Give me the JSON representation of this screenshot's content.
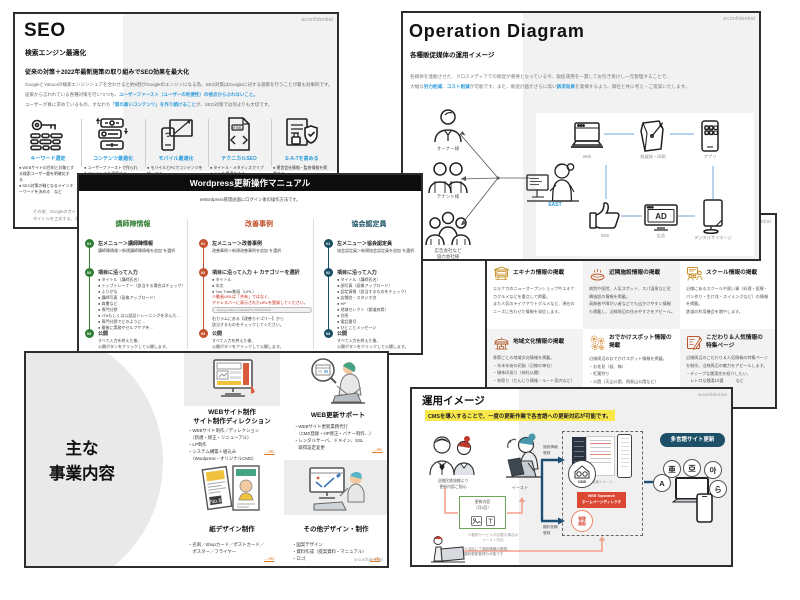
{
  "seo": {
    "confidential": "※confidential",
    "title": "SEO",
    "subtitle": "検索エンジン最適化",
    "heading": "従来の対策＋2022年最新施策の取り組みでSEO効果を最大化",
    "body_line1": "GoogleとYahoo!の検索エンジンシェアを合わせると約9割がGoogleのエンジンになる為、SEO対策はGoogleに対する施策を行うことが最も効果的です。",
    "body_line2_pre": "従来から言われている各種対策を行いつつも、",
    "body_line2_blue": "ユーザーファースト（ユーザーの利便性）の視点からぶれないこと。",
    "body_line3_pre": "ユーザーが真に求めているもの、すなわち",
    "body_line3_blue": "「質の高いコンテンツ」を作り続けること",
    "body_line3_post": "が、SEO対策では何よりも大切です。",
    "columns": [
      {
        "label": "キーワード選定",
        "icon": "key-icon",
        "notes": "● WEBサイトの目的と対象とす\nる検索ユーザー層を明確化す\nる\n● SEO対策の軸となるメインキ\nーワードを決める　など"
      },
      {
        "label": "コンテンツ最適化",
        "icon": "content-icon",
        "notes": "● ユーザーファーストで作られ\nたコンテンツを用意する"
      },
      {
        "label": "モバイル最適化",
        "icon": "mobile-icon",
        "notes": "● モバイルとPCでコンテンツを\n統一する"
      },
      {
        "label": "テクニカルSEO",
        "icon": "html-icon",
        "notes": "● タイトル・メタディスクリプ\nションを最適化する"
      },
      {
        "label": "E-A-Tを高める",
        "icon": "shield-icon",
        "notes": "● 運営会社情報・監修情報を掲\n載する"
      }
    ],
    "footnote": "その他、Googleのガイドラインに沿って\nタイトルを工夫する、などがあります。",
    "accent_blue": "#2d9cdb"
  },
  "operation": {
    "confidential": "※confidential",
    "title": "Operation Diagram",
    "subtitle": "各種販促媒体の運用イメージ",
    "body_line1": "各媒体を連動させた、クロスメディアでの販促が重要となっている今、販促運用を一貫してお引き受けし一元管理することで、",
    "body_line2_pre": "大幅な",
    "body_line2_blue1": "労力削減",
    "body_line2_mid1": "、",
    "body_line2_blue2": "コスト削減",
    "body_line2_mid2": "が可能です。また、販促計画がさらに高い",
    "body_line2_blue3": "訴求効果",
    "body_line2_post": "を発揮するよう、御社と共に考え・ご提案いたします。",
    "clients": [
      {
        "label": "オーナー様",
        "icon": "person-icon"
      },
      {
        "label": "テナント様",
        "icon": "person-pair-icon"
      },
      {
        "label": "広告会社など\n協力会社様",
        "icon": "person-group-icon"
      }
    ],
    "operator_label": "EAST",
    "devices": [
      {
        "label": "Web",
        "icon": "laptop-icon"
      },
      {
        "label": "紙媒体・印刷",
        "icon": "print-icon"
      },
      {
        "label": "アプリ",
        "icon": "app-icon"
      },
      {
        "label": "SNS",
        "icon": "sns-icon"
      },
      {
        "label": "広告",
        "icon": "ad-icon",
        "ad_text": "AD"
      },
      {
        "label": "デジタルサイネージ",
        "icon": "signage-icon"
      }
    ],
    "accent_blue": "#2d9cdb",
    "line_blue": "#9dc3e6"
  },
  "media": {
    "confidential_top": "※confidential",
    "confidential_bottom": "※confidential",
    "cards": [
      {
        "title": "エキナカ情報の掲載",
        "icon": "station-icon",
        "body": "エキナカのニューオープンショップやエキナ\nカグルメなどを重点して掲載。\nまた人気のテイクアウトグルメなど、現在の\nニーズに合わせた情報を発信します。"
      },
      {
        "title": "近隣施設情報の掲載",
        "icon": "onsen-icon",
        "body": "病院や医院、人気スポット、スパ温泉など近\n隣施設の情報を掲載。\n高齢者や障がい者などでも出かけやすい情報\nも掲載し、沿線周辺の住みやすさをアピール。"
      },
      {
        "title": "スクール情報の掲載",
        "icon": "school-icon",
        "body": "沿線にあるスクールや習い事（料理・医療・\nパン作り・生け花・スイミングなど）の情報\nを掲載。\n鉄道の利用機会を増やします。"
      },
      {
        "title": "地域文化情報の掲載",
        "icon": "shrine-icon",
        "body": "季節ごとの地域文化情報を掲載。\n・年末年始の初詣（沿線の神社）\n・御朱印巡り（神社仏閣）\n・秋祭り（だんじり情報・ルート案内など）"
      },
      {
        "title": "おでかけスポット情報の\n掲載",
        "icon": "flower-icon",
        "body": "沿線周辺のおでかけスポット情報を掲載。\n・お花見（桜、梅）\n・紅葉狩り\n・公園（天山公園、飛鳥山公園など）"
      },
      {
        "title": "こだわり＆人気情報の\n特集ページ",
        "icon": "feature-icon",
        "body": "沿線周辺のこだわり＆人気情報の特集ページ\nを制作。沿線周辺の魅力をアピールします。\n・ディープな銭湯先を紹介したい、\n　レトロな銭湯10選　　　など"
      }
    ]
  },
  "wordpress": {
    "title": "Wordpress更新操作マニュアル",
    "subtitle": "※Wordpress管理画面にログイン後の操作方法です。",
    "columns": [
      {
        "head": "講師陣情報",
        "color": "#2f7d32",
        "step1_no": "01",
        "step1_title": "左メニュー＞講師陣情報",
        "step1_body": "講師陣情報＞新規講師陣情報を追加 を選択.",
        "step2_no": "02",
        "step2_title": "項目に沿って入力",
        "step2_body": "● タイトル（講師氏名）\n● トップトレーナー（該当する場合はチェック）\n● ふりがな\n● 講師写真（画像アップロード）\n● 肩書など\n● 専門分野\n● JTAもしくは公認証トレーニングを学んだ…\n● 専門分野でどのように…\n● 最後に実務やセルフケアを…",
        "step3_no": "03",
        "step3_title": "公開",
        "step3_body": "すべて入力を終えた後、\n公開ボタンをクリックして公開します。"
      },
      {
        "head": "改善事例",
        "color": "#c4502c",
        "step1_no": "01",
        "step1_title": "左メニュー＞改善事例",
        "step1_body": "改善事例＞新規改善事例を追加 を選択.",
        "step2_no": "02",
        "step2_title": "項目に沿って入力 ＋ カテゴリーを選択",
        "step2_body": "● タイトル\n● 本文\n● You Tube動画（URL）",
        "step2_note_red": "※動画URLは「共有」ではなく、\nアドレスバーに表示されたURLを登録してください。",
        "step2_url": "www.youtube.com/watch?v=XXXXXXXX…",
        "step2_note2": "右カラムにある【改善カテゴリー】から\n該当するものをチェックしてください。",
        "step3_no": "03",
        "step3_title": "公開",
        "step3_body": "すべて入力を終えた後、\n公開ボタンをクリックして公開します。"
      },
      {
        "head": "協会認定員",
        "color": "#174f63",
        "step1_no": "01",
        "step1_title": "左メニュー＞協会認定員",
        "step1_body": "協会認定員＞新規協会認定員を追加 を選択.",
        "step2_no": "02",
        "step2_title": "項目に沿って入力",
        "step2_body": "● タイトル（講師氏名）\n● 顔写真（画像アップロード）\n● 認定資格（該当するものをチェック）\n● 店舗名・スタジオ名\n● HP\n● 地域セレクト（都道府県）\n● 住所\n● 電話番号\n● ひとことメッセージ",
        "step3_no": "03",
        "step3_title": "公開",
        "step3_body": "すべて入力を終えた後、\n公開ボタンをクリックして公開します。"
      }
    ]
  },
  "business": {
    "confidential": "※confidential",
    "title": "主な\n事業内容",
    "items": [
      {
        "title": "WEBサイト制作\nサイト制作ディレクション",
        "icon": "web-make-icon",
        "body": "・WEBサイト制作／ディレクション\n　（新規・修正・リニューアル）\n・LP制作\n・システム構築＋組込み\n　（Wordpress・オリジナルCMS）",
        "etc": "…etc"
      },
      {
        "title": "WEB更新サポート",
        "icon": "web-support-icon",
        "body": "・WEBサイト更新業務代行\n　（CMS登録・HP修正・バナー制作…）\n・レンタルサーバ、ドメイン、SSL\n　取得設定変更",
        "etc": "…etc"
      },
      {
        "title": "紙デザイン制作",
        "icon": "paper-design-icon",
        "body": "・名刺／Shopカード／ポストカード／\n　ポスター／フライヤー",
        "etc": "…etc"
      },
      {
        "title": "その他デザイン・制作",
        "icon": "other-design-icon",
        "body": "・図案デザイン\n・資料作成（提案資料・マニュアル）\n・ロゴ",
        "etc": "…etc"
      }
    ]
  },
  "unyo": {
    "confidential": "※confidential",
    "title": "運用イメージ",
    "highlight": "CMSを導入することで、一度の更新作業で各言語への更新対応が可能です。",
    "client_label": "沿線民鉄協様より\n更新内容ご指示",
    "east_label": "イースト",
    "greenbox_text": "更新内容\n（月2回）",
    "green_note": "※翻訳サービスが必要な場合は\nイースト対応",
    "arrow_label_top": "施設情報\n登録",
    "arrow_label_bottom": "翻訳依頼\n登録",
    "admin_caption": "CMS管理画面イメージ",
    "cms_label": "CMS",
    "redbox_text": "WEB Topsearch\nホームページディレクタ",
    "kanri_text": "管理\n画面",
    "pill": "多言語サイト更新",
    "languages": [
      "A",
      "亜",
      "亞",
      "아",
      "ら"
    ],
    "bottom_note": "※当社にて施設情報の登録、\n翻訳更新登録も可能です",
    "highlight_yellow": "#f9e84a",
    "navy": "#1d4e74",
    "salmon": "#f2a18c",
    "red": "#dc4733",
    "green": "#6aa55b"
  }
}
